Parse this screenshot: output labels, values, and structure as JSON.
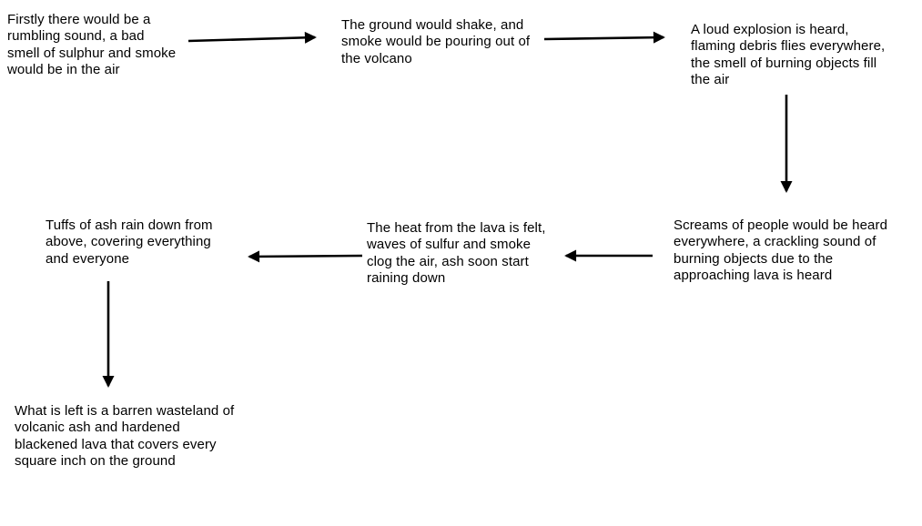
{
  "diagram": {
    "type": "flowchart",
    "background_color": "#ffffff",
    "text_color": "#000000",
    "arrow_color": "#000000",
    "nodes": [
      {
        "id": "step-1",
        "text": "Firstly there would be a\nrumbling sound, a bad\nsmell of sulphur and smoke\nwould be in the air"
      },
      {
        "id": "step-2",
        "text": "The ground would shake, and\nsmoke would be pouring out of\nthe volcano"
      },
      {
        "id": "step-3",
        "text": "A loud explosion is heard,\nflaming debris flies everywhere,\nthe smell of burning objects fill\nthe air"
      },
      {
        "id": "step-4",
        "text": "Screams of people would be heard\neverywhere, a crackling sound of\nburning objects due to the\napproaching lava is heard"
      },
      {
        "id": "step-5",
        "text": "The heat from the lava is felt,\nwaves of sulfur and smoke\nclog the air, ash soon start\nraining down"
      },
      {
        "id": "step-6",
        "text": "Tuffs of ash rain down from\nabove, covering everything\nand everyone"
      },
      {
        "id": "step-7",
        "text": "What is left is a barren wasteland of\nvolcanic ash and hardened\nblackened lava that covers every\nsquare inch on the ground"
      }
    ],
    "connections": [
      {
        "from": "step-1",
        "to": "step-2",
        "direction": "right"
      },
      {
        "from": "step-2",
        "to": "step-3",
        "direction": "right"
      },
      {
        "from": "step-3",
        "to": "step-4",
        "direction": "down"
      },
      {
        "from": "step-4",
        "to": "step-5",
        "direction": "left"
      },
      {
        "from": "step-5",
        "to": "step-6",
        "direction": "left"
      },
      {
        "from": "step-6",
        "to": "step-7",
        "direction": "down"
      }
    ]
  }
}
